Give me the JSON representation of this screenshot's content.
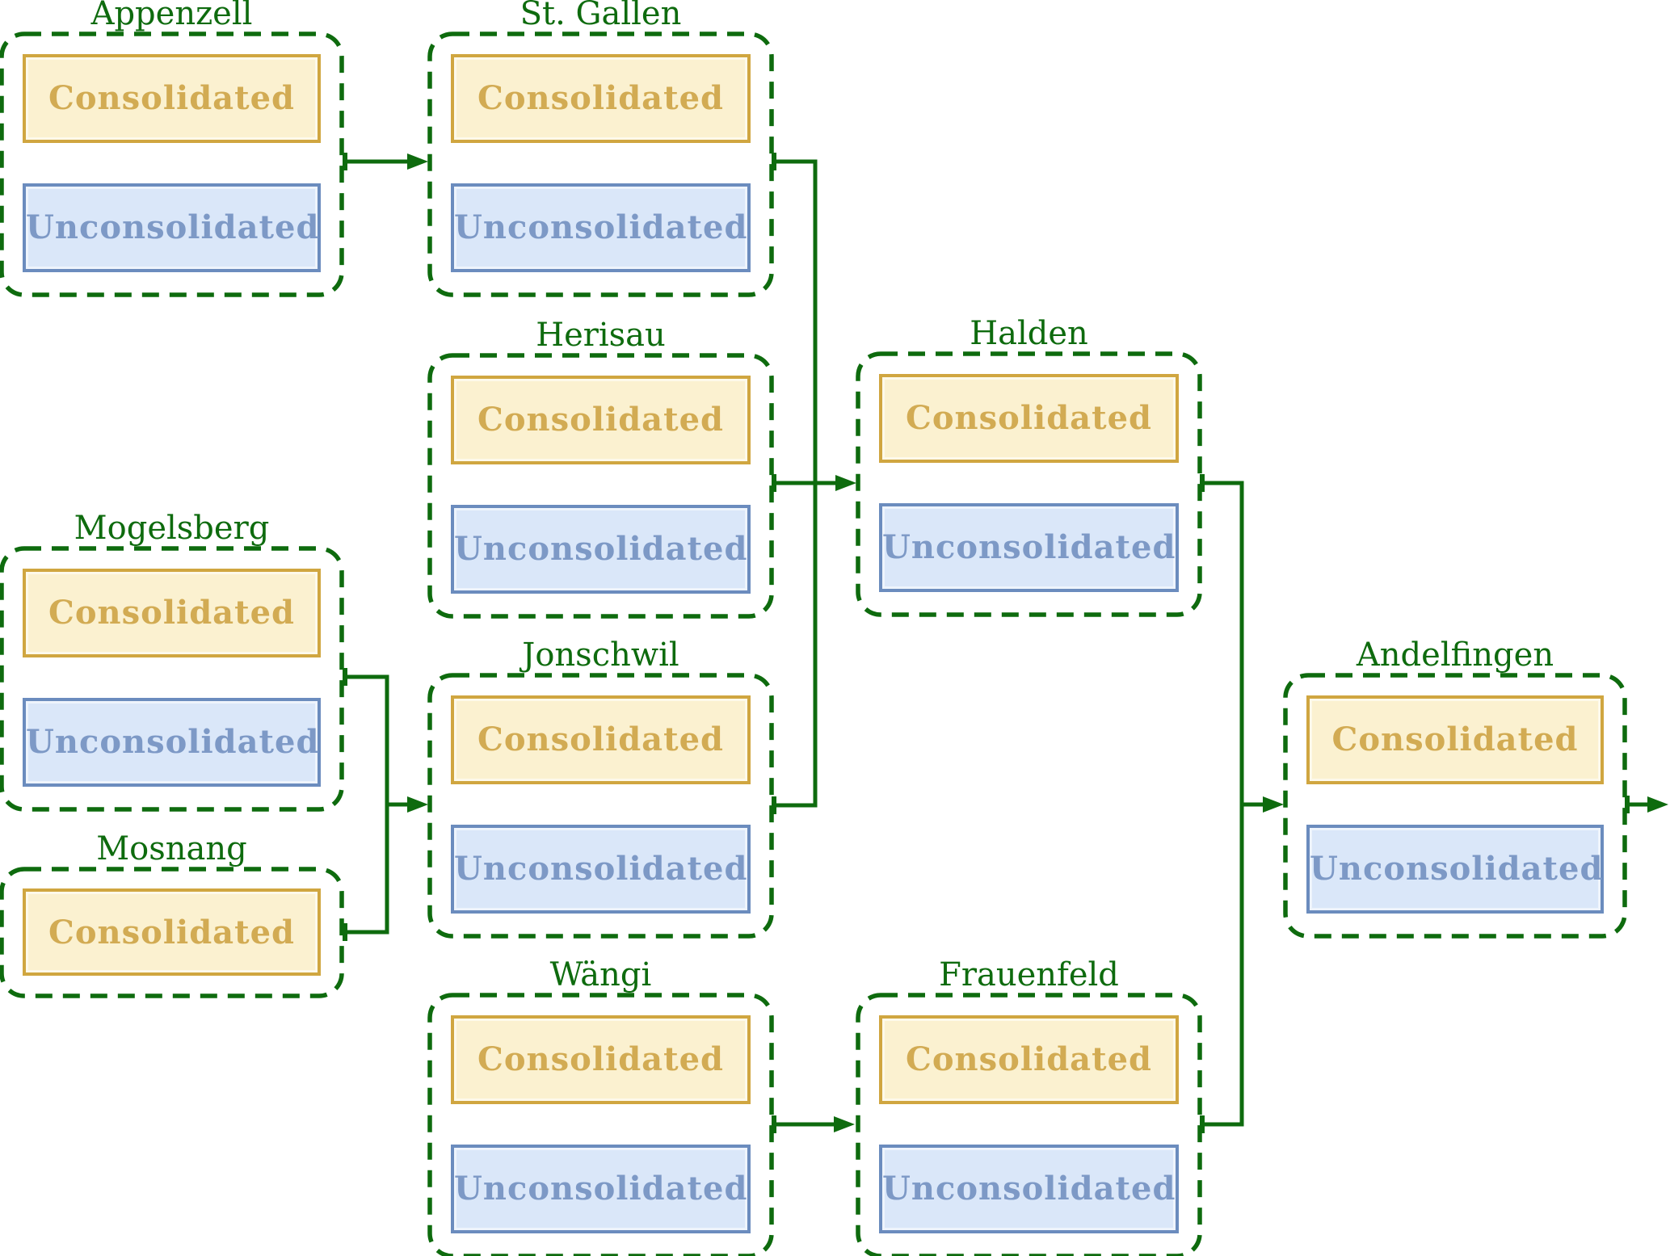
{
  "labels": {
    "consolidated": "Consolidated",
    "unconsolidated": "Unconsolidated"
  },
  "stations": {
    "appenzell": {
      "title": "Appenzell",
      "nodes": [
        "Consolidated",
        "Unconsolidated"
      ]
    },
    "st_gallen": {
      "title": "St. Gallen",
      "nodes": [
        "Consolidated",
        "Unconsolidated"
      ]
    },
    "herisau": {
      "title": "Herisau",
      "nodes": [
        "Consolidated",
        "Unconsolidated"
      ]
    },
    "mogelsberg": {
      "title": "Mogelsberg",
      "nodes": [
        "Consolidated",
        "Unconsolidated"
      ]
    },
    "mosnang": {
      "title": "Mosnang",
      "nodes": [
        "Consolidated"
      ]
    },
    "jonschwil": {
      "title": "Jonschwil",
      "nodes": [
        "Consolidated",
        "Unconsolidated"
      ]
    },
    "wangi": {
      "title": "Wängi",
      "nodes": [
        "Consolidated",
        "Unconsolidated"
      ]
    },
    "halden": {
      "title": "Halden",
      "nodes": [
        "Consolidated",
        "Unconsolidated"
      ]
    },
    "frauenfeld": {
      "title": "Frauenfeld",
      "nodes": [
        "Consolidated",
        "Unconsolidated"
      ]
    },
    "andelfingen": {
      "title": "Andelfingen",
      "nodes": [
        "Consolidated",
        "Unconsolidated"
      ]
    }
  },
  "edges": [
    {
      "from": "Appenzell",
      "to": "St. Gallen"
    },
    {
      "from": "St. Gallen",
      "to": "Halden"
    },
    {
      "from": "Herisau",
      "to": "Halden"
    },
    {
      "from": "Jonschwil",
      "to": "Halden"
    },
    {
      "from": "Mogelsberg",
      "to": "Jonschwil"
    },
    {
      "from": "Mosnang",
      "to": "Jonschwil"
    },
    {
      "from": "Wängi",
      "to": "Frauenfeld"
    },
    {
      "from": "Halden",
      "to": "Andelfingen"
    },
    {
      "from": "Frauenfeld",
      "to": "Andelfingen"
    },
    {
      "from": "Andelfingen",
      "to": "outflow"
    }
  ],
  "colors": {
    "green": "#0e6b0e",
    "consolidated_fill": "#fbf1d0",
    "consolidated_border": "#d0a640",
    "consolidated_text": "#d2ab53",
    "unconsolidated_fill": "#dae7f9",
    "unconsolidated_border": "#6b8cbe",
    "unconsolidated_text": "#7d99c6"
  }
}
